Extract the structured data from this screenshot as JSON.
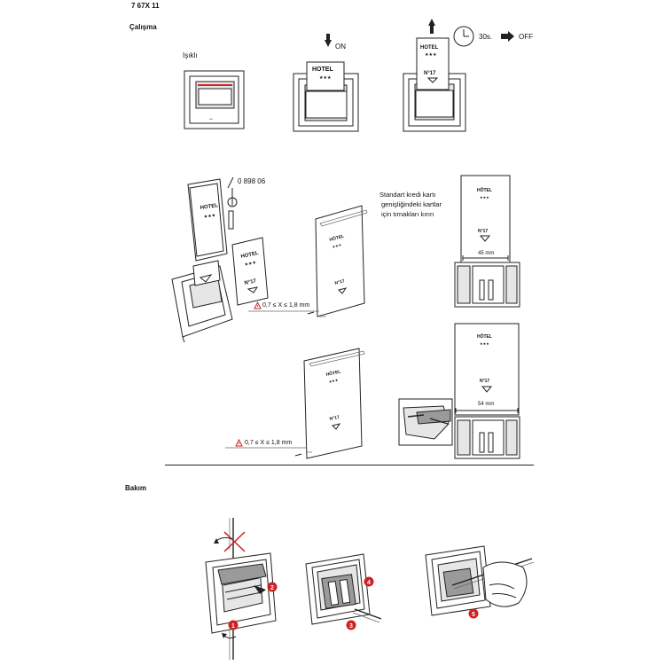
{
  "header": {
    "code": "7 67X 11"
  },
  "sections": {
    "operation": {
      "title": "Çalışma"
    },
    "maintenance": {
      "title": "Bakım"
    }
  },
  "operation_steps": {
    "lit_label": "Işıklı",
    "on_label": "ON",
    "timer_label": "30s.",
    "off_label": "OFF",
    "card_hotel": "HOTEL",
    "card_stars": "★★★",
    "card_number": "N°17"
  },
  "card_specs": {
    "part_number": "0 898 06",
    "thickness_warning": "0,7 ≤ X ≤ 1,8 mm",
    "note_lines": [
      "Standart kredi kartı",
      "genişliğindeki kartlar",
      "için tırnakları kırın"
    ],
    "width_small": "45 mm",
    "width_large": "54 mm"
  },
  "maintenance_steps": [
    "1",
    "2",
    "3",
    "4",
    "5"
  ],
  "colors": {
    "accent_red": "#cc2222",
    "line": "#222222"
  }
}
